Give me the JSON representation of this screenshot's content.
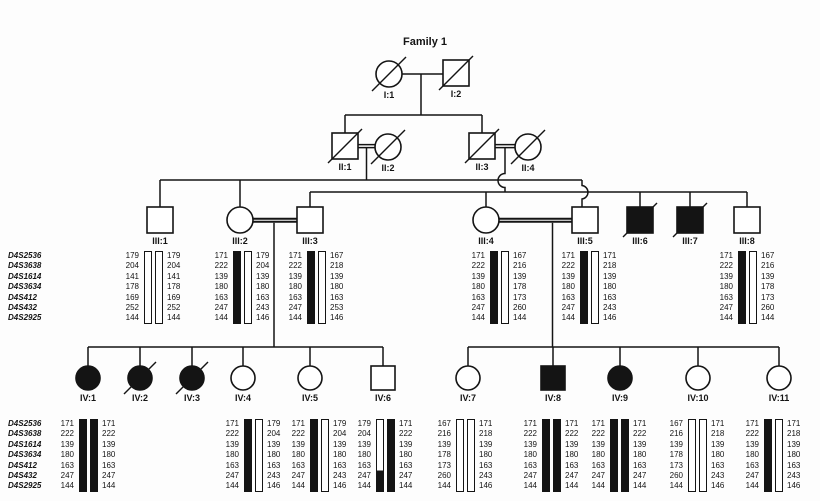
{
  "title": "Family 1",
  "markers": [
    "D4S2536",
    "D4S3638",
    "D4S1614",
    "D4S3634",
    "D4S412",
    "D4S432",
    "D4S2925"
  ],
  "disease_haplotype": [
    "171",
    "222",
    "139",
    "180",
    "163",
    "247",
    "144"
  ],
  "individuals": [
    {
      "id": "I:1",
      "sex": "F",
      "affected": false,
      "deceased": true
    },
    {
      "id": "I:2",
      "sex": "M",
      "affected": false,
      "deceased": true
    },
    {
      "id": "II:1",
      "sex": "M",
      "affected": false,
      "deceased": true
    },
    {
      "id": "II:2",
      "sex": "F",
      "affected": false,
      "deceased": true
    },
    {
      "id": "II:3",
      "sex": "M",
      "affected": false,
      "deceased": true
    },
    {
      "id": "II:4",
      "sex": "F",
      "affected": false,
      "deceased": true
    },
    {
      "id": "III:1",
      "sex": "M",
      "affected": false,
      "deceased": false
    },
    {
      "id": "III:2",
      "sex": "F",
      "affected": false,
      "deceased": false
    },
    {
      "id": "III:3",
      "sex": "M",
      "affected": false,
      "deceased": false
    },
    {
      "id": "III:4",
      "sex": "F",
      "affected": false,
      "deceased": false
    },
    {
      "id": "III:5",
      "sex": "M",
      "affected": false,
      "deceased": false
    },
    {
      "id": "III:6",
      "sex": "M",
      "affected": true,
      "deceased": true
    },
    {
      "id": "III:7",
      "sex": "M",
      "affected": true,
      "deceased": true
    },
    {
      "id": "III:8",
      "sex": "M",
      "affected": false,
      "deceased": false
    },
    {
      "id": "IV:1",
      "sex": "F",
      "affected": true,
      "deceased": false
    },
    {
      "id": "IV:2",
      "sex": "F",
      "affected": true,
      "deceased": true
    },
    {
      "id": "IV:3",
      "sex": "F",
      "affected": true,
      "deceased": true
    },
    {
      "id": "IV:4",
      "sex": "F",
      "affected": false,
      "deceased": false
    },
    {
      "id": "IV:5",
      "sex": "F",
      "affected": false,
      "deceased": false
    },
    {
      "id": "IV:6",
      "sex": "M",
      "affected": false,
      "deceased": false
    },
    {
      "id": "IV:7",
      "sex": "F",
      "affected": false,
      "deceased": false
    },
    {
      "id": "IV:8",
      "sex": "M",
      "affected": true,
      "deceased": false
    },
    {
      "id": "IV:9",
      "sex": "F",
      "affected": true,
      "deceased": false
    },
    {
      "id": "IV:10",
      "sex": "F",
      "affected": false,
      "deceased": false
    },
    {
      "id": "IV:11",
      "sex": "F",
      "affected": false,
      "deceased": false
    }
  ],
  "haplotypes": {
    "III:1": {
      "left": {
        "fill": "open",
        "alleles": [
          "179",
          "204",
          "141",
          "178",
          "169",
          "252",
          "144"
        ]
      },
      "right": {
        "fill": "open",
        "alleles": [
          "179",
          "204",
          "141",
          "178",
          "169",
          "252",
          "144"
        ]
      }
    },
    "III:2": {
      "left": {
        "fill": "filled",
        "alleles": [
          "171",
          "222",
          "139",
          "180",
          "163",
          "247",
          "144"
        ]
      },
      "right": {
        "fill": "open",
        "alleles": [
          "179",
          "204",
          "139",
          "180",
          "163",
          "243",
          "146"
        ]
      }
    },
    "III:3": {
      "left": {
        "fill": "filled",
        "alleles": [
          "171",
          "222",
          "139",
          "180",
          "163",
          "247",
          "144"
        ]
      },
      "right": {
        "fill": "open",
        "alleles": [
          "167",
          "218",
          "139",
          "180",
          "163",
          "253",
          "146"
        ]
      }
    },
    "III:4": {
      "left": {
        "fill": "filled",
        "alleles": [
          "171",
          "222",
          "139",
          "180",
          "163",
          "247",
          "144"
        ]
      },
      "right": {
        "fill": "open",
        "alleles": [
          "167",
          "216",
          "139",
          "178",
          "173",
          "260",
          "144"
        ]
      }
    },
    "III:5": {
      "left": {
        "fill": "filled",
        "alleles": [
          "171",
          "222",
          "139",
          "180",
          "163",
          "247",
          "144"
        ]
      },
      "right": {
        "fill": "open",
        "alleles": [
          "171",
          "218",
          "139",
          "180",
          "163",
          "243",
          "146"
        ]
      }
    },
    "III:8": {
      "left": {
        "fill": "filled",
        "alleles": [
          "171",
          "222",
          "139",
          "180",
          "163",
          "247",
          "144"
        ]
      },
      "right": {
        "fill": "open",
        "alleles": [
          "167",
          "216",
          "139",
          "178",
          "173",
          "260",
          "144"
        ]
      }
    },
    "IV:1": {
      "left": {
        "fill": "filled",
        "alleles": [
          "171",
          "222",
          "139",
          "180",
          "163",
          "247",
          "144"
        ]
      },
      "right": {
        "fill": "filled",
        "alleles": [
          "171",
          "222",
          "139",
          "180",
          "163",
          "247",
          "144"
        ]
      }
    },
    "IV:4": {
      "left": {
        "fill": "filled",
        "alleles": [
          "171",
          "222",
          "139",
          "180",
          "163",
          "247",
          "144"
        ]
      },
      "right": {
        "fill": "open",
        "alleles": [
          "179",
          "204",
          "139",
          "180",
          "163",
          "243",
          "146"
        ]
      }
    },
    "IV:5": {
      "left": {
        "fill": "filled",
        "alleles": [
          "171",
          "222",
          "139",
          "180",
          "163",
          "247",
          "144"
        ]
      },
      "right": {
        "fill": "open",
        "alleles": [
          "179",
          "204",
          "139",
          "180",
          "163",
          "243",
          "146"
        ]
      }
    },
    "IV:6": {
      "left": {
        "fill": "recomb",
        "alleles": [
          "179",
          "204",
          "139",
          "180",
          "163",
          "247",
          "144"
        ]
      },
      "right": {
        "fill": "filled",
        "alleles": [
          "171",
          "222",
          "139",
          "180",
          "163",
          "247",
          "144"
        ]
      }
    },
    "IV:7": {
      "left": {
        "fill": "open",
        "alleles": [
          "167",
          "216",
          "139",
          "178",
          "173",
          "260",
          "144"
        ]
      },
      "right": {
        "fill": "open",
        "alleles": [
          "171",
          "218",
          "139",
          "180",
          "163",
          "243",
          "146"
        ]
      }
    },
    "IV:8": {
      "left": {
        "fill": "filled",
        "alleles": [
          "171",
          "222",
          "139",
          "180",
          "163",
          "247",
          "144"
        ]
      },
      "right": {
        "fill": "filled",
        "alleles": [
          "171",
          "222",
          "139",
          "180",
          "163",
          "247",
          "144"
        ]
      }
    },
    "IV:9": {
      "left": {
        "fill": "filled",
        "alleles": [
          "171",
          "222",
          "139",
          "180",
          "163",
          "247",
          "144"
        ]
      },
      "right": {
        "fill": "filled",
        "alleles": [
          "171",
          "222",
          "139",
          "180",
          "163",
          "247",
          "144"
        ]
      }
    },
    "IV:10": {
      "left": {
        "fill": "open",
        "alleles": [
          "167",
          "216",
          "139",
          "178",
          "173",
          "260",
          "144"
        ]
      },
      "right": {
        "fill": "open",
        "alleles": [
          "171",
          "218",
          "139",
          "180",
          "163",
          "243",
          "146"
        ]
      }
    },
    "IV:11": {
      "left": {
        "fill": "filled",
        "alleles": [
          "171",
          "222",
          "139",
          "180",
          "163",
          "247",
          "144"
        ]
      },
      "right": {
        "fill": "open",
        "alleles": [
          "171",
          "218",
          "139",
          "180",
          "163",
          "243",
          "146"
        ]
      }
    }
  }
}
